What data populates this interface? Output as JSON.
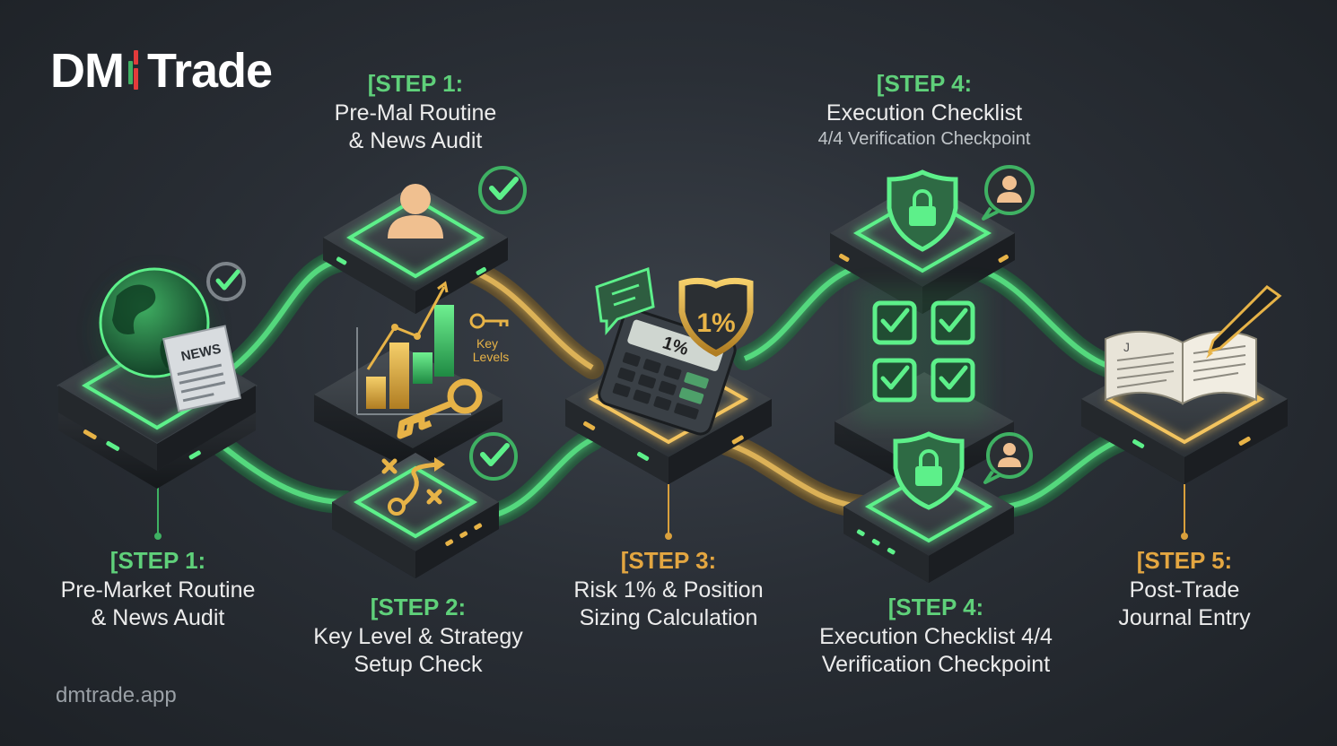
{
  "brand": {
    "part1": "DM",
    "part2": "Trade"
  },
  "website": "dmtrade.app",
  "colors": {
    "green": "#4ee07a",
    "gold": "#e7b347",
    "background": "#2a2f36"
  },
  "steps": {
    "top1": {
      "step": "[STEP 1:",
      "line1": "Pre-Mal Routine",
      "line2": "& News Audit"
    },
    "top4": {
      "step": "[STEP 4:",
      "line1": "Execution Checklist",
      "line2": "4/4 Verification Checkpoint"
    },
    "s1": {
      "step": "[STEP 1:",
      "line1": "Pre-Market Routine",
      "line2": "& News Audit"
    },
    "s2": {
      "step": "[STEP 2:",
      "line1": "Key Level & Strategy",
      "line2": "Setup Check"
    },
    "s3": {
      "step": "[STEP 3:",
      "line1": "Risk 1% & Position",
      "line2": "Sizing Calculation"
    },
    "s4": {
      "step": "[STEP 4:",
      "line1": "Execution Checklist 4/4",
      "line2": "Verification Checkpoint"
    },
    "s5": {
      "step": "[STEP 5:",
      "line1": "Post-Trade",
      "line2": "Journal Entry"
    }
  },
  "icon_text": {
    "news": "NEWS",
    "key_levels_1": "Key",
    "key_levels_2": "Levels",
    "calculator_display": "1%",
    "shield_percent": "1%",
    "journal_letter": "J"
  },
  "icons": [
    "globe-icon",
    "news-icon",
    "user-icon",
    "check-badge-icon",
    "bar-chart-icon",
    "key-icon",
    "strategy-icon",
    "calculator-icon",
    "shield-percent-icon",
    "chat-icon",
    "lock-shield-icon",
    "checklist-icon",
    "journal-icon",
    "pen-icon"
  ]
}
